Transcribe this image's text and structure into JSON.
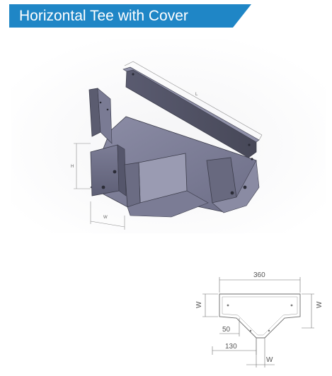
{
  "banner": {
    "title": "Horizontal Tee with Cover",
    "color": "#1f86c6"
  },
  "render": {
    "label_h": "H",
    "label_w": "W",
    "label_l": "L"
  },
  "plan": {
    "dim_top": "360",
    "dim_left_w": "W",
    "dim_right_w": "W",
    "dim_50": "50",
    "dim_130": "130",
    "dim_bottom_w": "W"
  }
}
